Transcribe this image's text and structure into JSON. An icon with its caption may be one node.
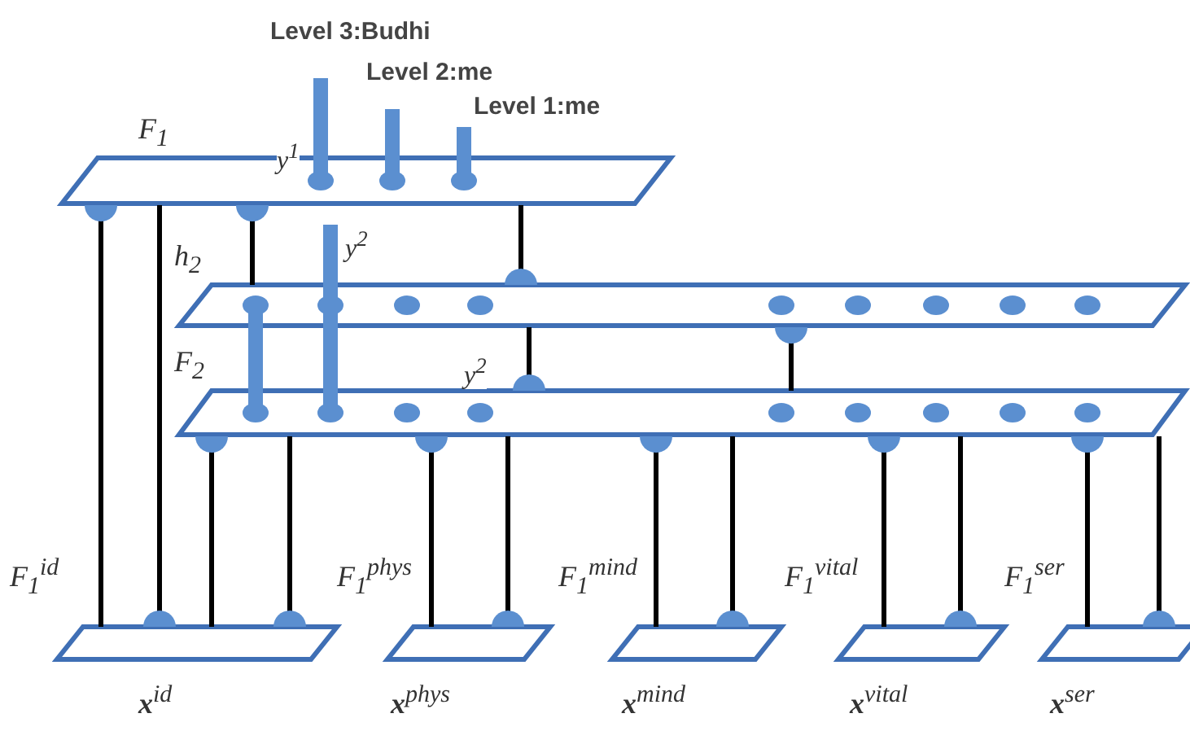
{
  "diagram": {
    "nodes": [
      {
        "text": [],
        "shape": "box",
        "beside": [
          "F$_{1}$"
        ]
      },
      {
        "text": [],
        "shape": "box",
        "beside": [
          "h$_{2}$"
        ]
      },
      {
        "text": [],
        "shape": "box",
        "beside": [
          "F$_{2}$"
        ]
      },
      {
        "text": [],
        "shape": "box",
        "beside": [
          "F$_{1}$$^{id}$",
          "**x**$^{id}$"
        ]
      },
      {
        "text": [],
        "shape": "box",
        "beside": [
          "F$_{1}$$^{phys}$",
          "**x**$^{phys}$"
        ]
      },
      {
        "text": [],
        "shape": "box",
        "beside": [
          "F$_{1}$$^{mind}$",
          "**x**$^{mind}$"
        ]
      },
      {
        "text": [],
        "shape": "box",
        "beside": [
          "F$_{1}$$^{vital}$",
          "**x**$^{vital}$"
        ]
      },
      {
        "text": [],
        "shape": "box",
        "beside": [
          "F$_{1}$$^{ser}$",
          "**x**$^{ser}$"
        ]
      }
    ],
    "edges": [
      {
        "from": 3,
        "to": 0,
        "arrow": "other"
      },
      {
        "from": 0,
        "to": 3,
        "arrow": "other"
      },
      {
        "from": 1,
        "to": 0,
        "arrow": "other"
      },
      {
        "from": 0,
        "to": 1,
        "arrow": "other"
      },
      {
        "from": 1,
        "to": 2,
        "arrow": "other"
      },
      {
        "from": 2,
        "to": 1,
        "arrow": "other"
      },
      {
        "from": 1,
        "to": 2,
        "arrow": "none",
        "style": "thick",
        "color": "#5b8fd0"
      },
      {
        "from": 2,
        "to": null,
        "arrow": "none",
        "style": "thick",
        "color": "#5b8fd0"
      },
      {
        "from": 3,
        "to": 2,
        "arrow": "other"
      },
      {
        "from": 2,
        "to": 3,
        "arrow": "other"
      },
      {
        "from": 4,
        "to": 2,
        "arrow": "other"
      },
      {
        "from": 2,
        "to": 4,
        "arrow": "other"
      },
      {
        "from": 5,
        "to": 2,
        "arrow": "other"
      },
      {
        "from": 2,
        "to": 5,
        "arrow": "other"
      },
      {
        "from": 6,
        "to": 2,
        "arrow": "other"
      },
      {
        "from": 2,
        "to": 6,
        "arrow": "other"
      },
      {
        "from": 7,
        "to": 2,
        "arrow": "other"
      },
      {
        "from": 2,
        "to": 7,
        "arrow": "other"
      },
      {
        "from": 0,
        "to": null,
        "arrow": "none",
        "style": "thick",
        "color": "#5b8fd0",
        "label": "Level 3:Budhi"
      },
      {
        "from": 0,
        "to": null,
        "arrow": "none",
        "style": "thick",
        "color": "#5b8fd0",
        "label": "Level 2:me"
      },
      {
        "from": 0,
        "to": null,
        "arrow": "none",
        "style": "thick",
        "color": "#5b8fd0",
        "label": "Level 1:me"
      }
    ],
    "labels": [
      "y$^{1}$",
      "y$^{2}$",
      "y$^{2}$"
    ]
  }
}
